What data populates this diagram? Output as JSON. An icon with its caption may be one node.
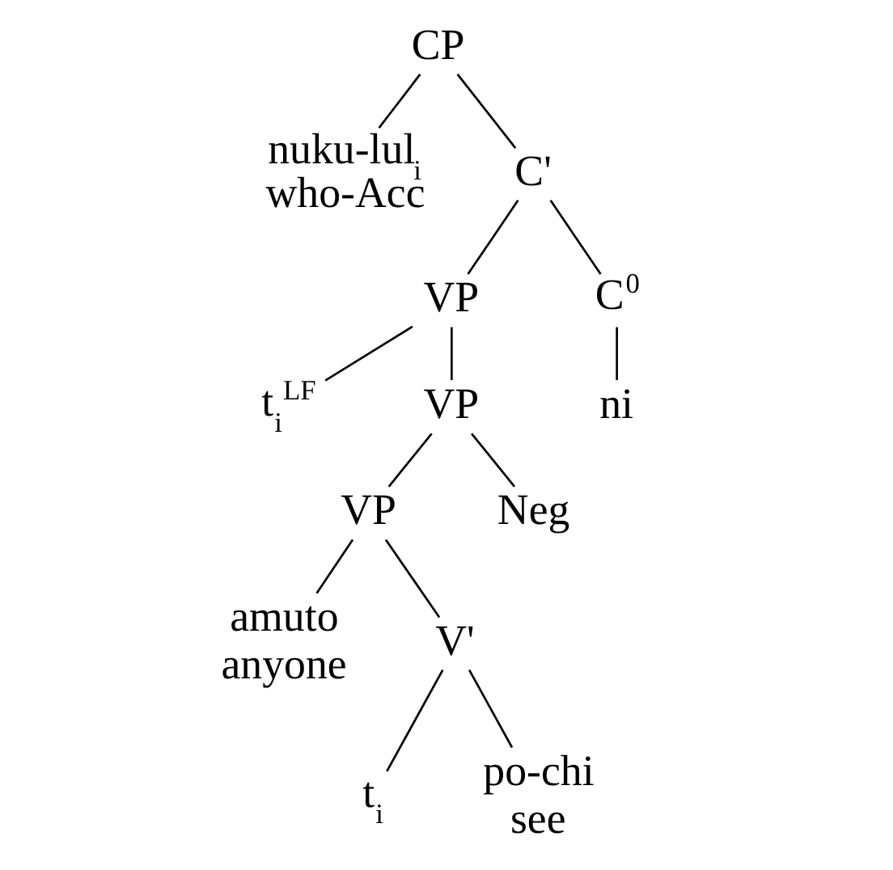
{
  "diagram": {
    "nodes": [
      {
        "text": [
          "CP"
        ]
      },
      {
        "text": [
          "nuku-lul$_{i}$",
          "who-Acc"
        ]
      },
      {
        "text": [
          "C'"
        ]
      },
      {
        "text": [
          "VP"
        ]
      },
      {
        "text": [
          "C$^{0}$"
        ]
      },
      {
        "text": [
          "ni"
        ]
      },
      {
        "text": [
          "t$_{i}$$^{LF}$"
        ]
      },
      {
        "text": [
          "VP"
        ]
      },
      {
        "text": [
          "VP"
        ]
      },
      {
        "text": [
          "Neg"
        ]
      },
      {
        "text": [
          "amuto",
          "anyone"
        ]
      },
      {
        "text": [
          "V'"
        ]
      },
      {
        "text": [
          "t$_{i}$"
        ]
      },
      {
        "text": [
          "po-chi",
          "see"
        ]
      }
    ],
    "edges": [
      {
        "from": 0,
        "to": 1,
        "arrow": "none"
      },
      {
        "from": 0,
        "to": 2,
        "arrow": "none"
      },
      {
        "from": 2,
        "to": 3,
        "arrow": "none"
      },
      {
        "from": 2,
        "to": 4,
        "arrow": "none"
      },
      {
        "from": 4,
        "to": 5,
        "arrow": "none"
      },
      {
        "from": 3,
        "to": 6,
        "arrow": "none"
      },
      {
        "from": 3,
        "to": 7,
        "arrow": "none"
      },
      {
        "from": 7,
        "to": 8,
        "arrow": "none"
      },
      {
        "from": 7,
        "to": 9,
        "arrow": "none"
      },
      {
        "from": 8,
        "to": 10,
        "arrow": "none"
      },
      {
        "from": 8,
        "to": 11,
        "arrow": "none"
      },
      {
        "from": 11,
        "to": 12,
        "arrow": "none"
      },
      {
        "from": 11,
        "to": 13,
        "arrow": "none"
      }
    ]
  }
}
